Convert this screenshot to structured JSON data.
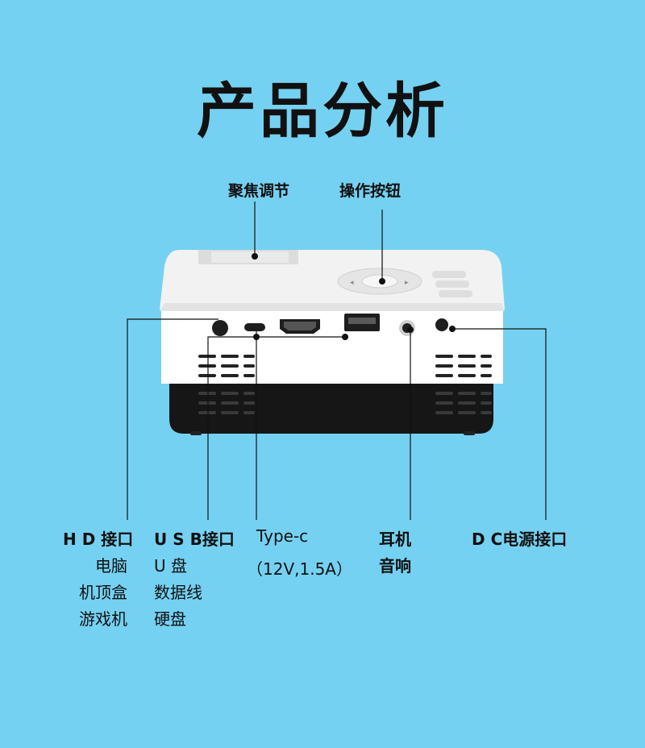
{
  "title": "产品分析",
  "top_labels": {
    "focus": "聚焦调节",
    "buttons": "操作按钮"
  },
  "ports": {
    "hd": {
      "name": "H D 接口",
      "uses": [
        "电脑",
        "机顶盒",
        "游戏机"
      ]
    },
    "usb": {
      "name": "U S B接口",
      "uses": [
        "U 盘",
        "数据线",
        "硬盘"
      ]
    },
    "typec": {
      "name": "Type-c",
      "spec": "（12V,1.5A）"
    },
    "audio": {
      "name": "耳机",
      "sub": "音响"
    },
    "dc": {
      "name": "D C电源接口"
    }
  },
  "colors": {
    "background": "#75d1f1",
    "device_white": "#ffffff",
    "device_black": "#151515"
  }
}
